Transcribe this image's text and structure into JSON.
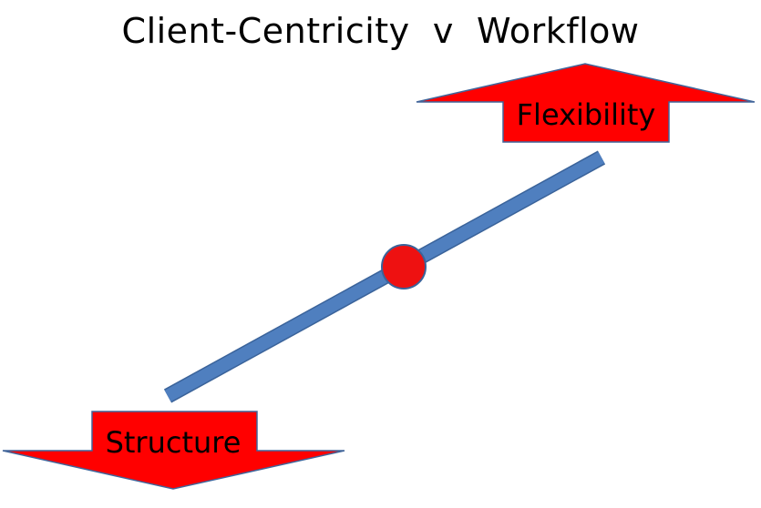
{
  "title": "Client-Centricity  v  Workflow",
  "arrows": {
    "up_label": "Flexibility",
    "down_label": "Structure"
  },
  "colors": {
    "arrow_fill": "#ff0000",
    "arrow_stroke": "#41659a",
    "lever_bar": "#4f7fbf",
    "lever_bar_stroke": "#3a639a",
    "pivot_fill": "#ee1111",
    "pivot_stroke": "#3a639a"
  }
}
